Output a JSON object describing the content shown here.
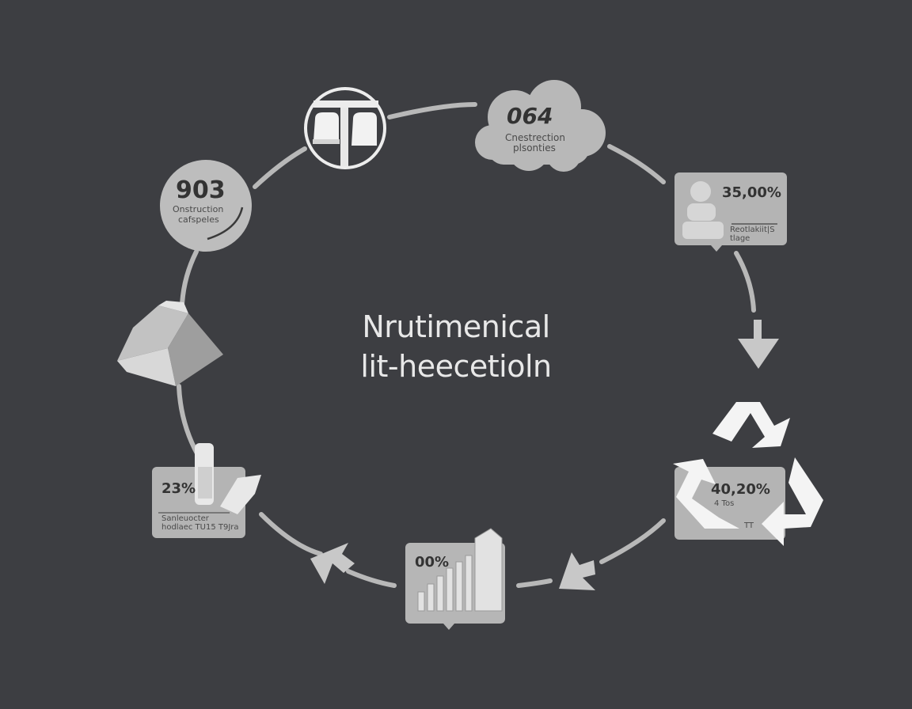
{
  "diagram": {
    "title_line1": "Nrutimenical",
    "title_line2": "lit-heecetioln"
  },
  "nodes": {
    "top_left_circle": {
      "value": "903",
      "line1": "Onstruction",
      "line2": "cafspeles"
    },
    "cloud": {
      "value": "064",
      "line1": "Cnestrection",
      "line2": "plsonties"
    },
    "right_card": {
      "value": "35,00%",
      "line1": "Reotlakiit|S",
      "line2": "tlage"
    },
    "recycle_card": {
      "value": "40,20%",
      "line1": "4 Tos",
      "line2": "TT"
    },
    "bar_card": {
      "value": "00%"
    },
    "left_card": {
      "value": "23%",
      "line1": "Sanleuocter",
      "line2": "hodlaec TU15 T9Jra"
    }
  },
  "icons": [
    "bell-icon",
    "pyramid-icon",
    "hands-icon",
    "people-icon",
    "recycle-icon",
    "bar-chart-icon"
  ],
  "colors": {
    "background": "#3d3e42",
    "ring": "#b8b8b8",
    "card": "#b4b4b4",
    "title": "#e8e8e8"
  }
}
